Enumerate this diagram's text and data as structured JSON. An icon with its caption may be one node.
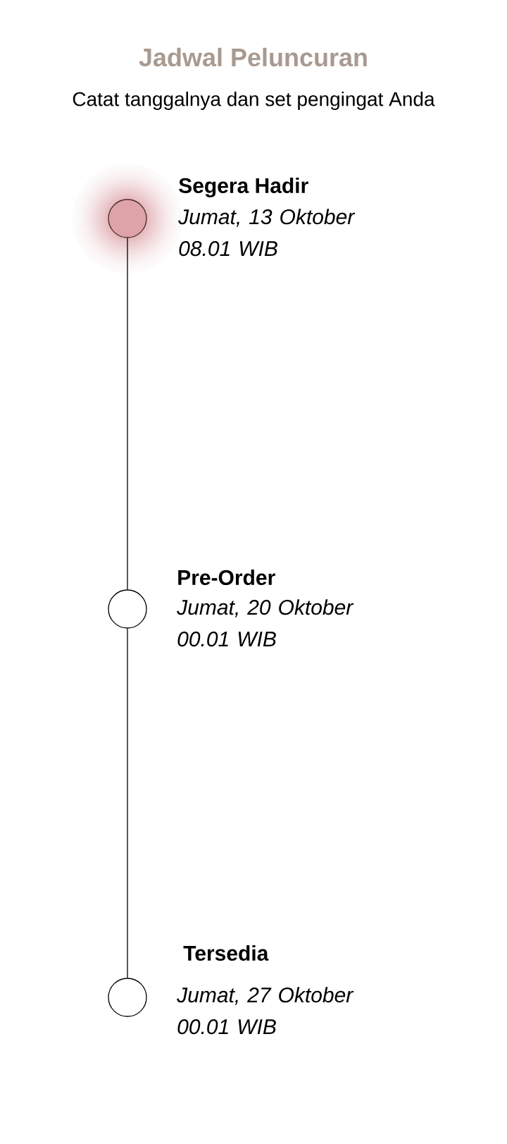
{
  "diagram": {
    "title": "Jadwal Peluncuran",
    "caption": "Catat tanggalnya dan set pengingat Anda",
    "nodes": [
      {
        "text": [],
        "shape": "circle",
        "beside": [
          "Segera Hadir",
          "Jumat, 13 Oktober 08.01 WIB"
        ]
      },
      {
        "text": [],
        "shape": "circle",
        "beside": [
          "Pre-Order",
          "Jumat, 20 Oktober 00.01 WIB"
        ]
      },
      {
        "text": [],
        "shape": "circle",
        "beside": [
          "Tersedia",
          "Jumat, 27 Oktober 00.01 WIB"
        ]
      }
    ],
    "edges": [
      {
        "from": 0,
        "to": 1,
        "arrow": "none"
      },
      {
        "from": 1,
        "to": 2,
        "arrow": "none"
      }
    ]
  }
}
